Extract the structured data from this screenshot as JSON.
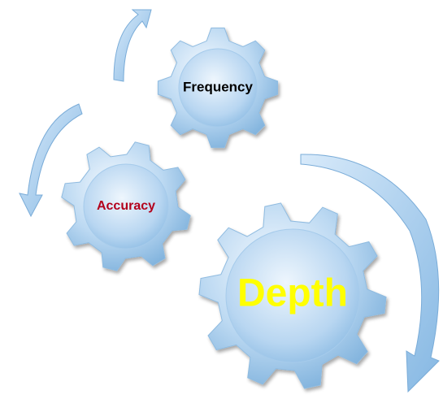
{
  "gears": [
    {
      "id": "frequency",
      "label": "Frequency",
      "label_color": "#000000"
    },
    {
      "id": "accuracy",
      "label": "Accuracy",
      "label_color": "#b3001b"
    },
    {
      "id": "depth",
      "label": "Depth",
      "label_color": "#ffff00"
    }
  ],
  "colors": {
    "gear_fill_light": "#eaf4fc",
    "gear_fill_mid": "#b9d8f2",
    "gear_fill_dark": "#7fb3df",
    "arrow_fill": "#a9cdee",
    "arrow_stroke": "#6aa1d3"
  },
  "arrows": [
    {
      "id": "arrow-top-left",
      "direction": "clockwise"
    },
    {
      "id": "arrow-left",
      "direction": "counterclockwise"
    },
    {
      "id": "arrow-right",
      "direction": "clockwise"
    }
  ]
}
